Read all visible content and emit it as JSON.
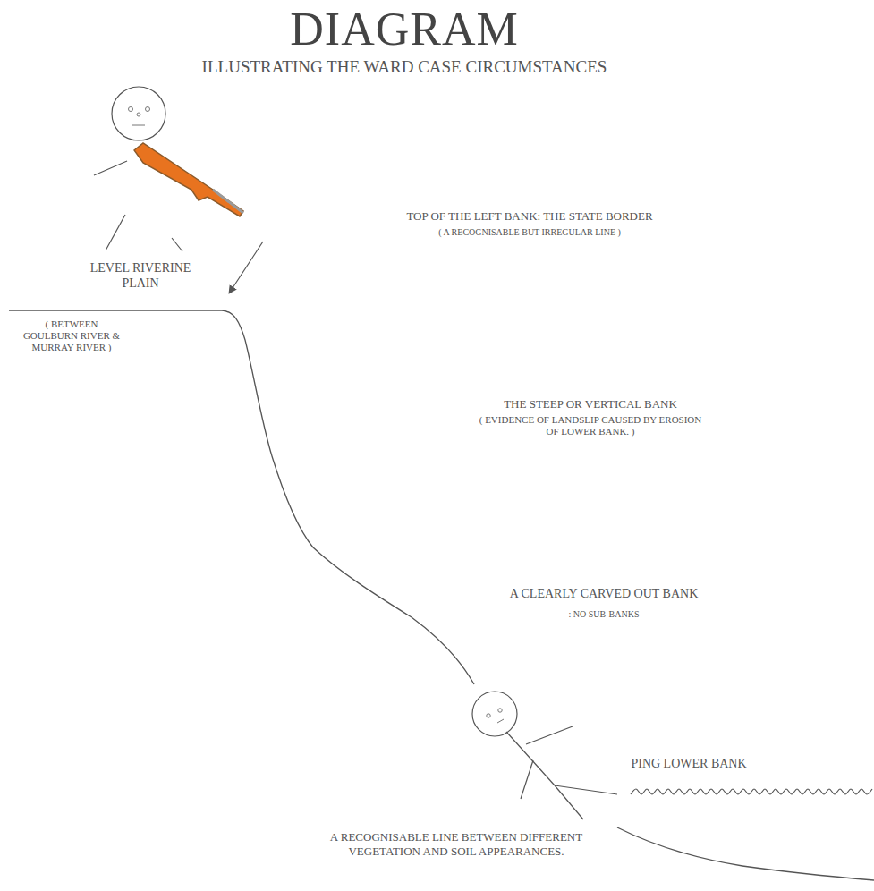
{
  "diagram": {
    "title": "DIAGRAM",
    "labels": [
      "ILLUSTRATING THE WARD CASE CIRCUMSTANCES",
      "TOP OF THE LEFT BANK: THE STATE BORDER",
      "( A RECOGNISABLE BUT IRREGULAR LINE )",
      "LEVEL RIVERINE PLAIN",
      "( BETWEEN GOULBURN RIVER & MURRAY RIVER )",
      "THE STEEP OR VERTICAL BANK",
      "( EVIDENCE OF LANDSLIP CAUSED BY EROSION OF LOWER BANK. )",
      "A CLEARLY CARVED OUT BANK",
      ": NO SUB-BANKS",
      "PING LOWER BANK",
      "A RECOGNISABLE LINE BETWEEN DIFFERENT VEGETATION AND SOIL APPEARANCES."
    ]
  }
}
